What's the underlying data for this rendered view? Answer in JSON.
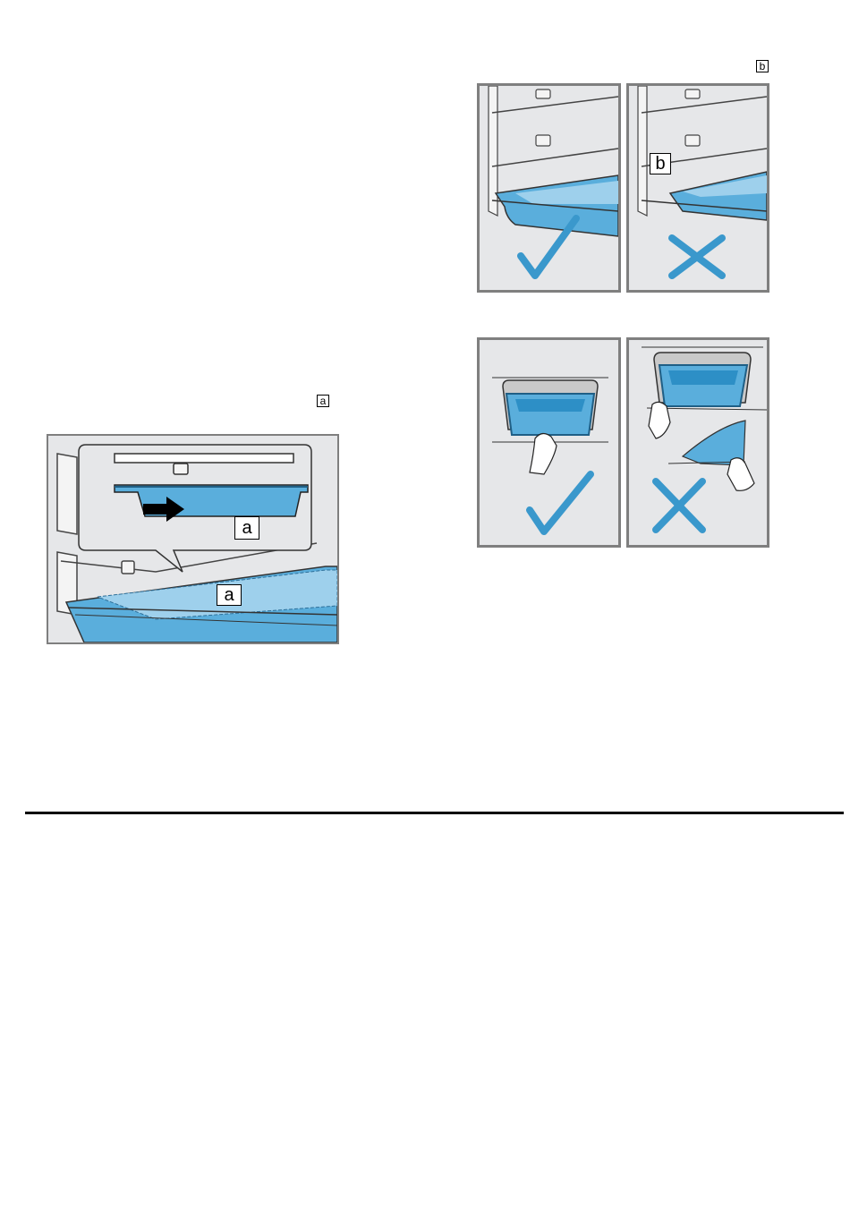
{
  "figure_a": {
    "marker": "a",
    "callout_labels": [
      "a",
      "a"
    ]
  },
  "figure_b": {
    "marker": "b",
    "callout_label": "b"
  },
  "colors": {
    "tray_blue": "#5aaedc",
    "tray_blue_light": "#9ed0ec",
    "check_blue": "#3a98cc",
    "panel_bg": "#e6e7e9",
    "panel_border": "#7f7f7f",
    "rule": "#000000"
  },
  "icons": [
    "check-mark-icon",
    "cross-mark-icon",
    "arrow-right-icon",
    "hand-icon"
  ]
}
